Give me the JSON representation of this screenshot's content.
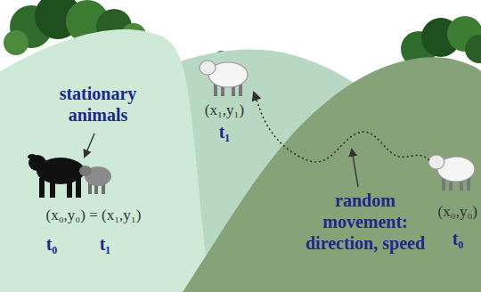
{
  "diagram": {
    "labels": [
      "stationary animals",
      "(x₀,y₀) = (x₁,y₁)",
      "t₀",
      "t₁",
      "(x₁,y₁)",
      "t₁",
      "random movement: direction, speed",
      "(x₀,y₀)",
      "t₀"
    ]
  }
}
